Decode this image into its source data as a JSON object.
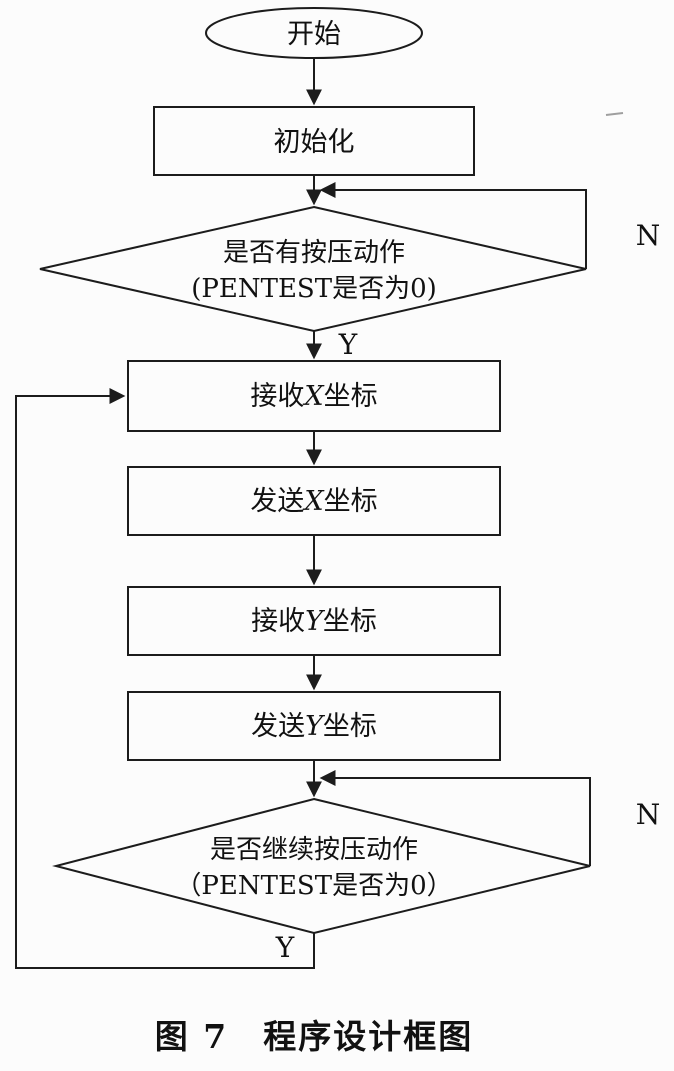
{
  "figure": {
    "nodes": {
      "start": "开始",
      "init": "初始化",
      "decision1": {
        "line1": "是否有按压动作",
        "line2": "(PENTEST是否为0)"
      },
      "recv_x": {
        "pre": "接收",
        "var": "X",
        "post": "坐标"
      },
      "send_x": {
        "pre": "发送",
        "var": "X",
        "post": "坐标"
      },
      "recv_y": {
        "pre": "接收",
        "var": "Y",
        "post": "坐标"
      },
      "send_y": {
        "pre": "发送",
        "var": "Y",
        "post": "坐标"
      },
      "decision2": {
        "line1": "是否继续按压动作",
        "line2": "（PENTEST是否为0）"
      }
    },
    "branch_labels": {
      "decision1_no": "N",
      "decision1_yes": "Y",
      "decision2_no": "N",
      "decision2_yes": "Y"
    },
    "caption": "图 7　程序设计框图",
    "colors": {
      "ink": "#1c1c1c",
      "paper": "#fcfcfc"
    }
  }
}
